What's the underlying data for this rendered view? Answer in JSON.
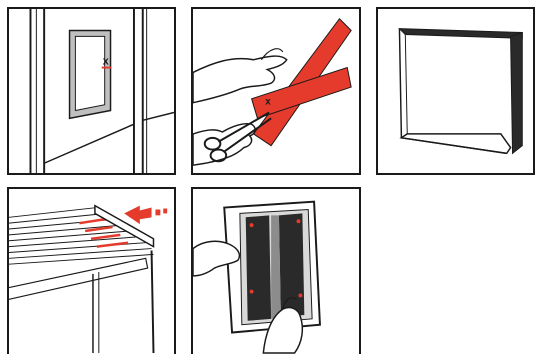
{
  "figure": {
    "panels": [
      {
        "id": "step-1",
        "content": "wall-with-opening",
        "mark_symbol": "x"
      },
      {
        "id": "step-2",
        "content": "cutting-template-strip",
        "mark_symbol": "x"
      },
      {
        "id": "step-3",
        "content": "open-box-frame"
      },
      {
        "id": "step-4",
        "content": "inserting-slats-arrow"
      },
      {
        "id": "step-5",
        "content": "mounting-unit-into-frame"
      }
    ],
    "colors": {
      "accent_red": "#e53b2c",
      "line": "#1a1a1a",
      "gray_fill": "#bfbfbf",
      "dark_fill": "#2a2a2a"
    }
  }
}
